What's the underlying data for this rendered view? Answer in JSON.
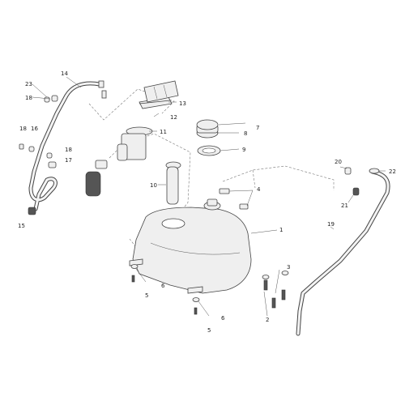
{
  "callouts": {
    "c1": "1",
    "c2": "2",
    "c3": "3",
    "c4": "4",
    "c5a": "5",
    "c5b": "5",
    "c6a": "6",
    "c6b": "6",
    "c7": "7",
    "c8": "8",
    "c9": "9",
    "c10": "10",
    "c11": "11",
    "c12": "12",
    "c13": "13",
    "c14": "14",
    "c15": "15",
    "c16": "16",
    "c17": "17",
    "c18a": "18",
    "c18b": "18",
    "c18c": "18",
    "c19": "19",
    "c20": "20",
    "c21": "21",
    "c22": "22",
    "c23": "23"
  }
}
